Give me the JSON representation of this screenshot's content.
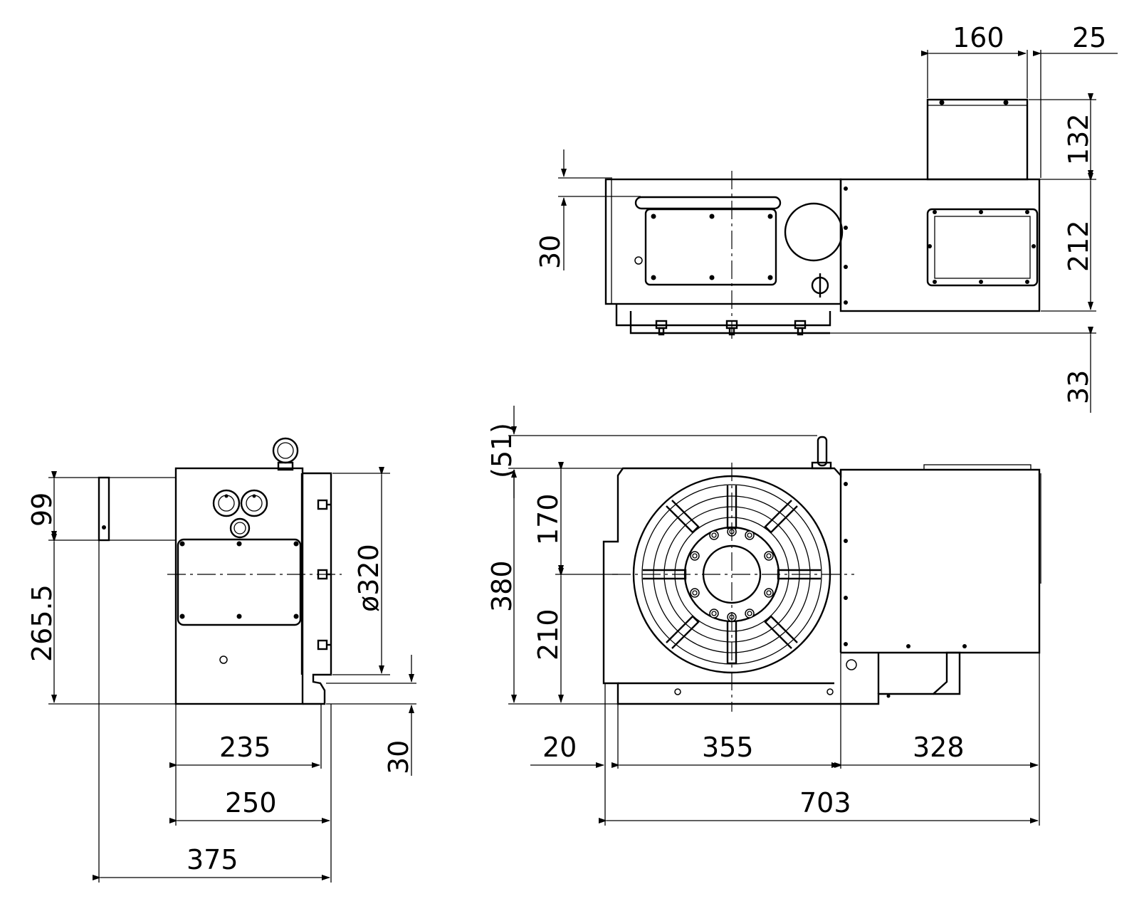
{
  "drawing": {
    "top_view": {
      "dim_width_a": "160",
      "dim_width_b": "25",
      "dim_height_motor": "132",
      "dim_height_body": "212",
      "dim_height_base": "33",
      "dim_height_left": "30"
    },
    "side_view": {
      "dim_upper": "99",
      "dim_height": "265.5",
      "dim_diameter": "ø320",
      "dim_base": "30",
      "dim_width_a": "235",
      "dim_width_b": "250",
      "dim_width_total": "375"
    },
    "front_view": {
      "dim_handle": "(51)",
      "dim_upper": "170",
      "dim_height": "380",
      "dim_lower": "210",
      "dim_left": "20",
      "dim_table": "355",
      "dim_motor": "328",
      "dim_total": "703"
    }
  }
}
